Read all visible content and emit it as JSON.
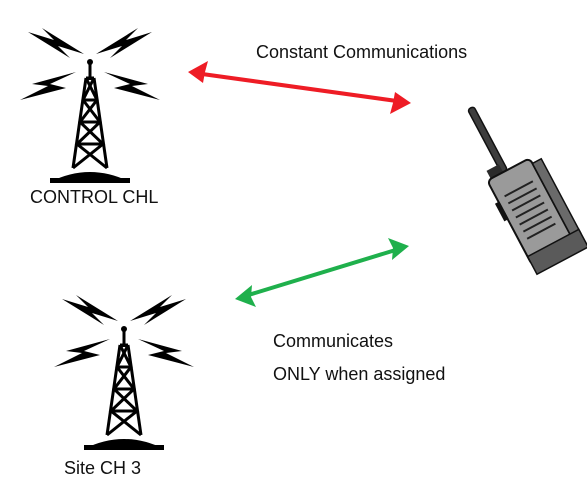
{
  "labels": {
    "constant": "Constant  Communications",
    "control": "CONTROL CHL",
    "communicates_1": "Communicates",
    "communicates_2": "ONLY when assigned",
    "site": "Site CH 3"
  },
  "colors": {
    "constant_arrow": "#ee1c25",
    "assigned_arrow": "#1fb04c",
    "tower": "#000000",
    "radio_body": "#9a9a9a"
  },
  "icons": {
    "tower_top": "radio-tower-icon",
    "tower_bottom": "radio-tower-icon",
    "radio": "handheld-radio-icon"
  }
}
